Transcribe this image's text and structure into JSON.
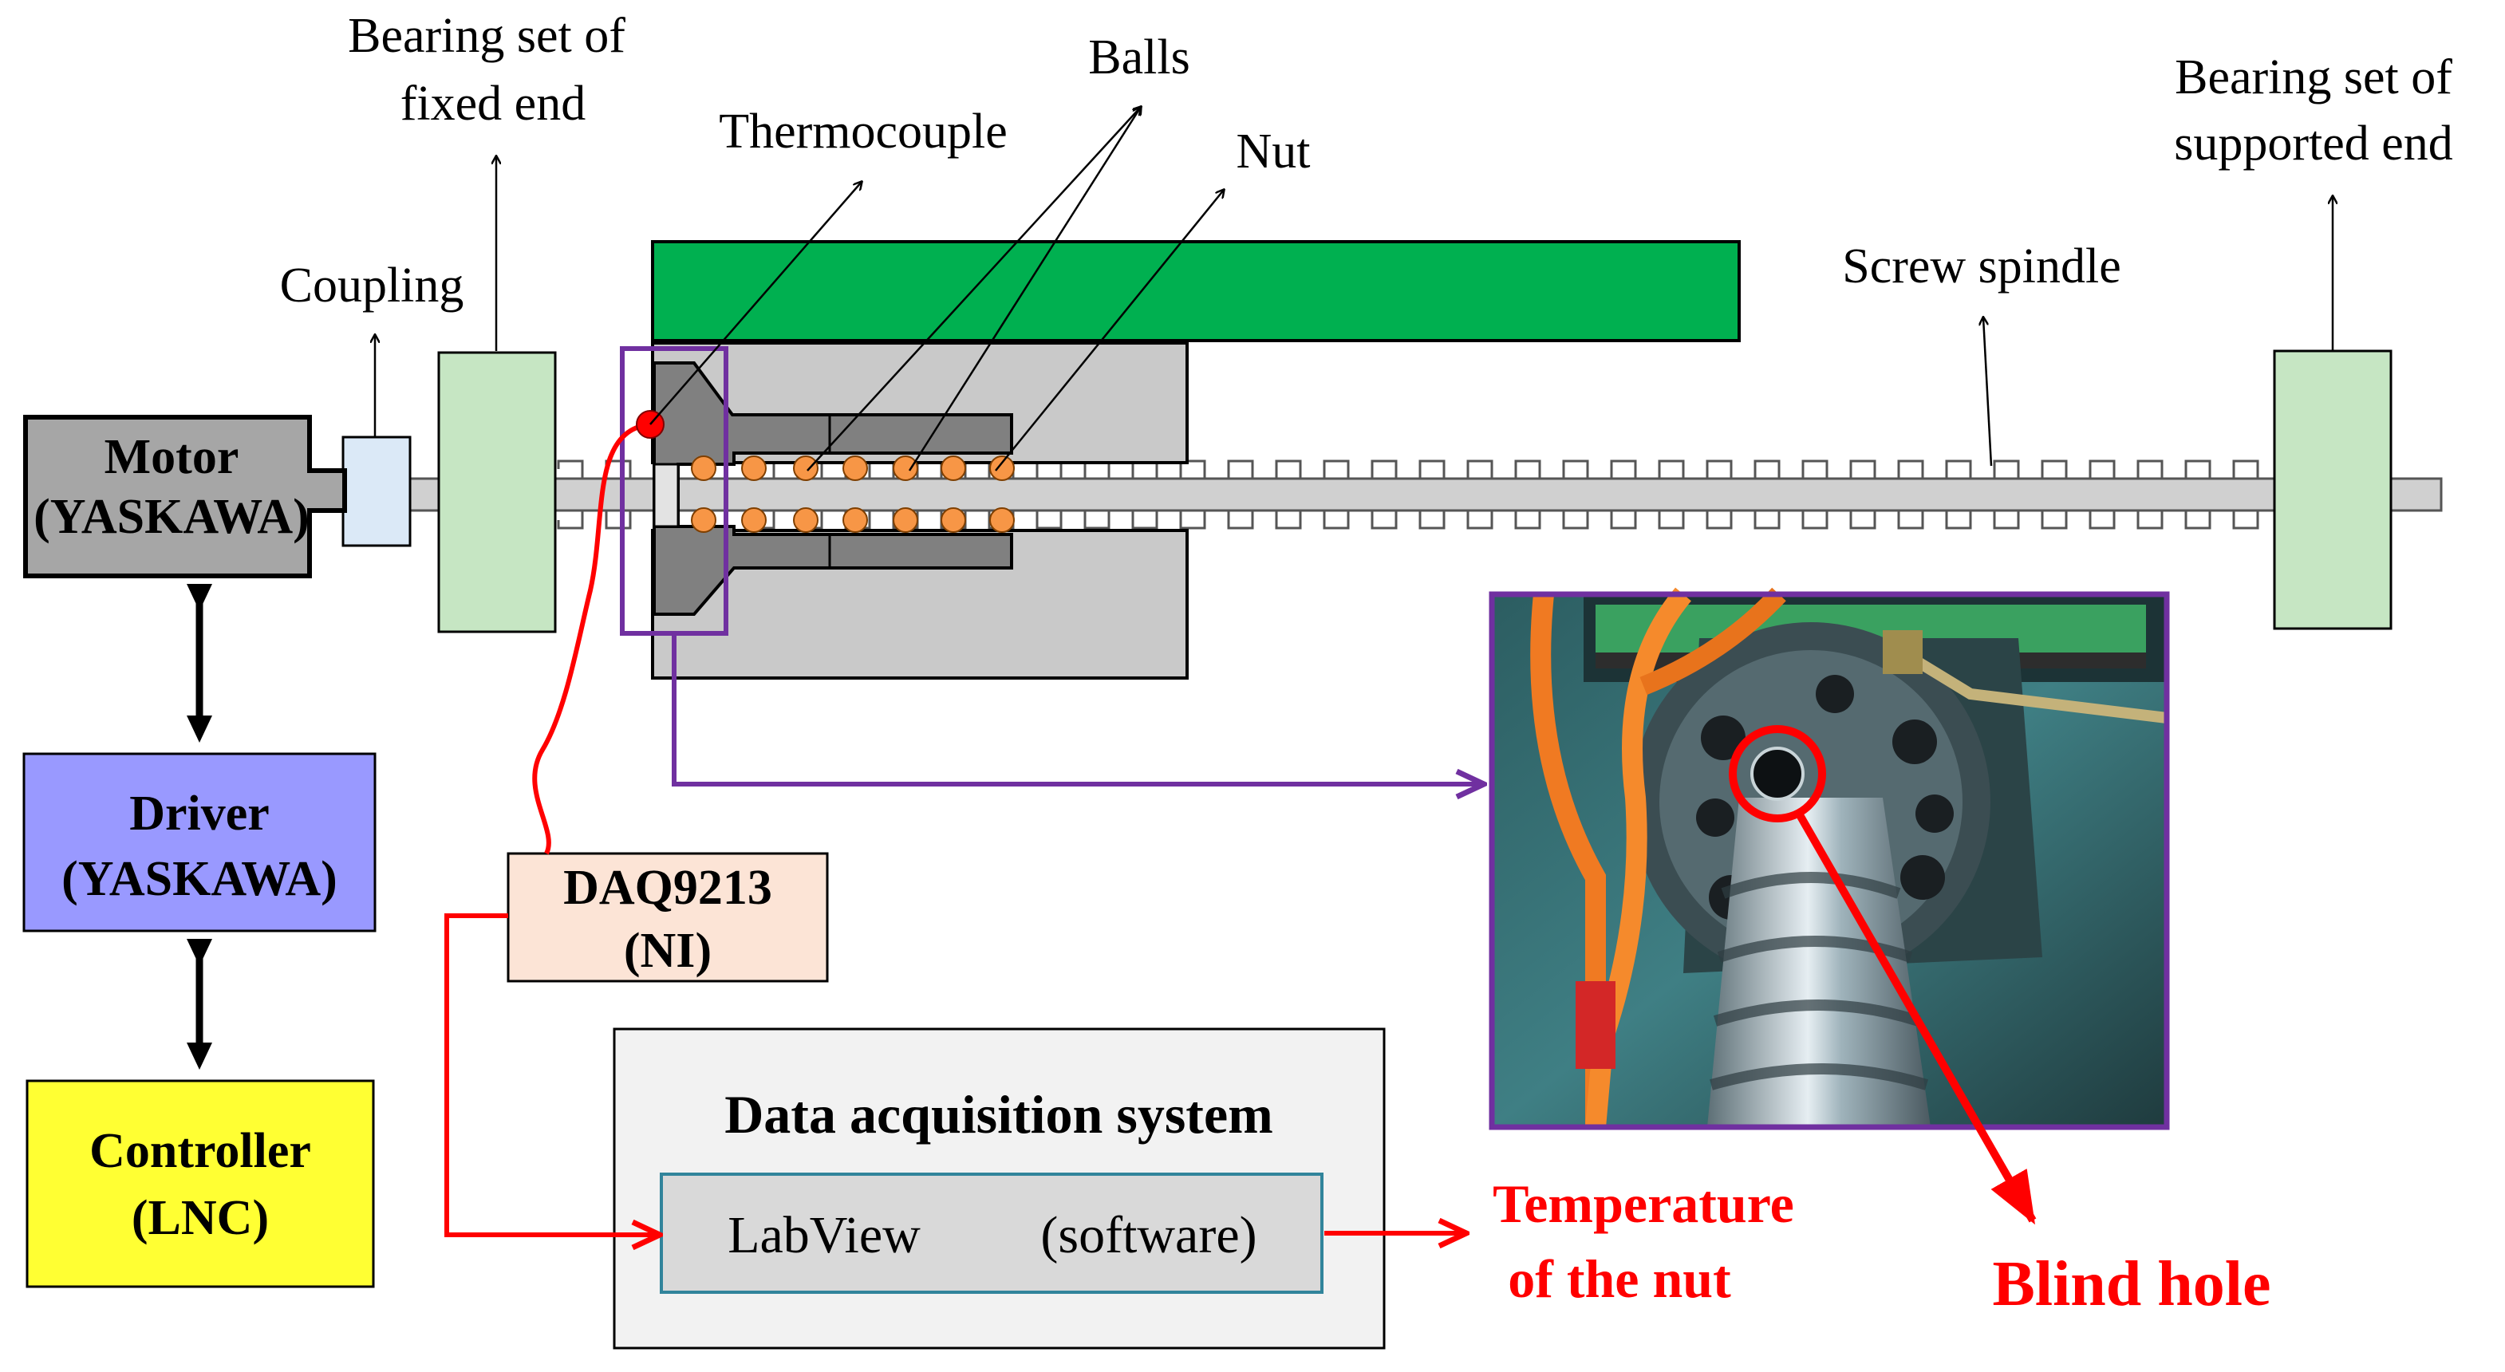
{
  "labels": {
    "bearing_fixed_line1": "Bearing set of",
    "bearing_fixed_line2": "fixed end",
    "balls": "Balls",
    "thermocouple": "Thermocouple",
    "nut": "Nut",
    "bearing_supported_line1": "Bearing set of",
    "bearing_supported_line2": "supported end",
    "coupling": "Coupling",
    "screw_spindle": "Screw spindle",
    "blind_hole": "Blind hole",
    "temperature_line1": "Temperature",
    "temperature_line2": "of  the nut"
  },
  "blocks": {
    "motor_line1": "Motor",
    "motor_line2": "(YASKAWA)",
    "driver_line1": "Driver",
    "driver_line2": "(YASKAWA)",
    "controller_line1": "Controller",
    "controller_line2": "(LNC)",
    "daq_line1": "DAQ9213",
    "daq_line2": "(NI)",
    "das_title": "Data acquisition system",
    "labview": "LabView",
    "software": "(software)"
  },
  "colors": {
    "motor": "#a6a6a6",
    "driver": "#9999ff",
    "controller": "#ffff33",
    "daq": "#fce4d6",
    "das_box": "#f2f2f2",
    "labview_box": "#d9d9d9",
    "labview_border": "#31849b",
    "coupling": "#dbe9f7",
    "bearing": "#c6e6c3",
    "table": "#00b050",
    "nut_body": "#c9c9c9",
    "flange": "#808080",
    "ball": "#f79646",
    "purple": "#7030a0",
    "red": "#ff0000"
  },
  "icons": [
    "thermocouple-junction-dot",
    "arrowhead"
  ]
}
